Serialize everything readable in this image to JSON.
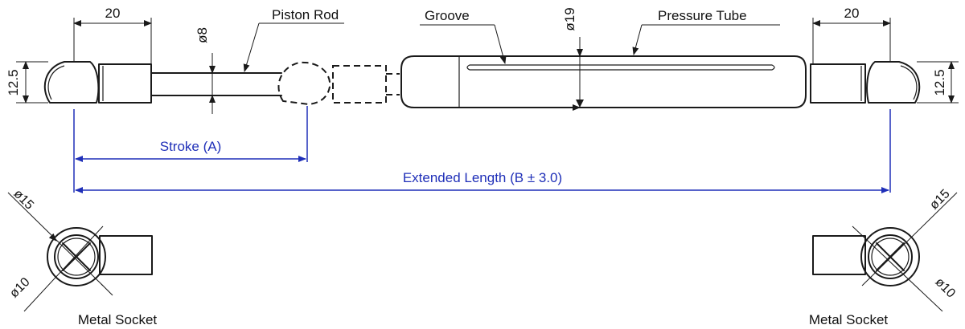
{
  "labels": {
    "piston_rod": "Piston Rod",
    "groove": "Groove",
    "pressure_tube": "Pressure Tube",
    "stroke": "Stroke (A)",
    "extended_length": "Extended Length (B ± 3.0)",
    "metal_socket_left": "Metal Socket",
    "metal_socket_right": "Metal Socket"
  },
  "dimensions": {
    "left_end_width": "20",
    "right_end_width": "20",
    "left_end_height": "12.5",
    "right_end_height": "12.5",
    "rod_diameter": "ø8",
    "tube_diameter": "ø19",
    "left_socket_outer": "ø15",
    "left_socket_inner": "ø10",
    "right_socket_outer": "ø15",
    "right_socket_inner": "ø10"
  },
  "colors": {
    "line": "#1a1a1a",
    "dimension_accent": "#1f2fb8"
  }
}
